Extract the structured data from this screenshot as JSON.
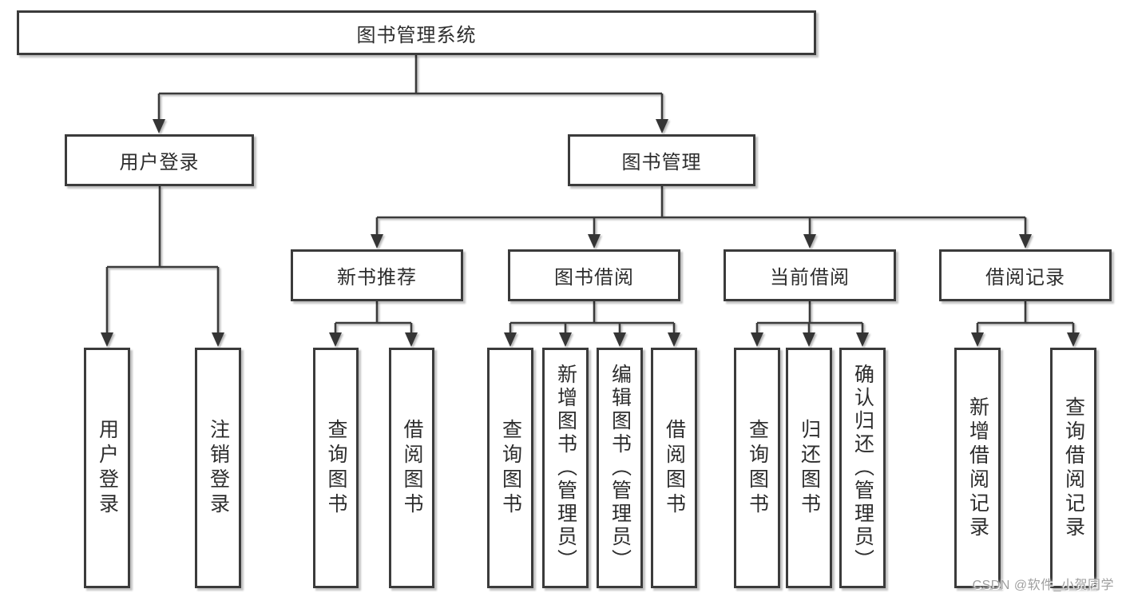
{
  "tree": {
    "root": {
      "label": "图书管理系统",
      "children": [
        {
          "label": "用户登录",
          "children": [
            {
              "label": "用户登录"
            },
            {
              "label": "注销登录"
            }
          ]
        },
        {
          "label": "图书管理",
          "children": [
            {
              "label": "新书推荐",
              "children": [
                {
                  "label": "查询图书"
                },
                {
                  "label": "借阅图书"
                }
              ]
            },
            {
              "label": "图书借阅",
              "children": [
                {
                  "label": "查询图书"
                },
                {
                  "label": "新增图书（管理员）"
                },
                {
                  "label": "编辑图书（管理员）"
                },
                {
                  "label": "借阅图书"
                }
              ]
            },
            {
              "label": "当前借阅",
              "children": [
                {
                  "label": "查询图书"
                },
                {
                  "label": "归还图书"
                },
                {
                  "label": "确认归还（管理员）"
                }
              ]
            },
            {
              "label": "借阅记录",
              "children": [
                {
                  "label": "新增借阅记录"
                },
                {
                  "label": "查询借阅记录"
                }
              ]
            }
          ]
        }
      ]
    }
  },
  "colors": {
    "line": "#3b3b3b",
    "border": "#3b3b3b",
    "text": "#2d2d2d",
    "watermark": "#9f9f9f"
  },
  "watermark": {
    "text": "CSDN @软件_小贺同学"
  }
}
